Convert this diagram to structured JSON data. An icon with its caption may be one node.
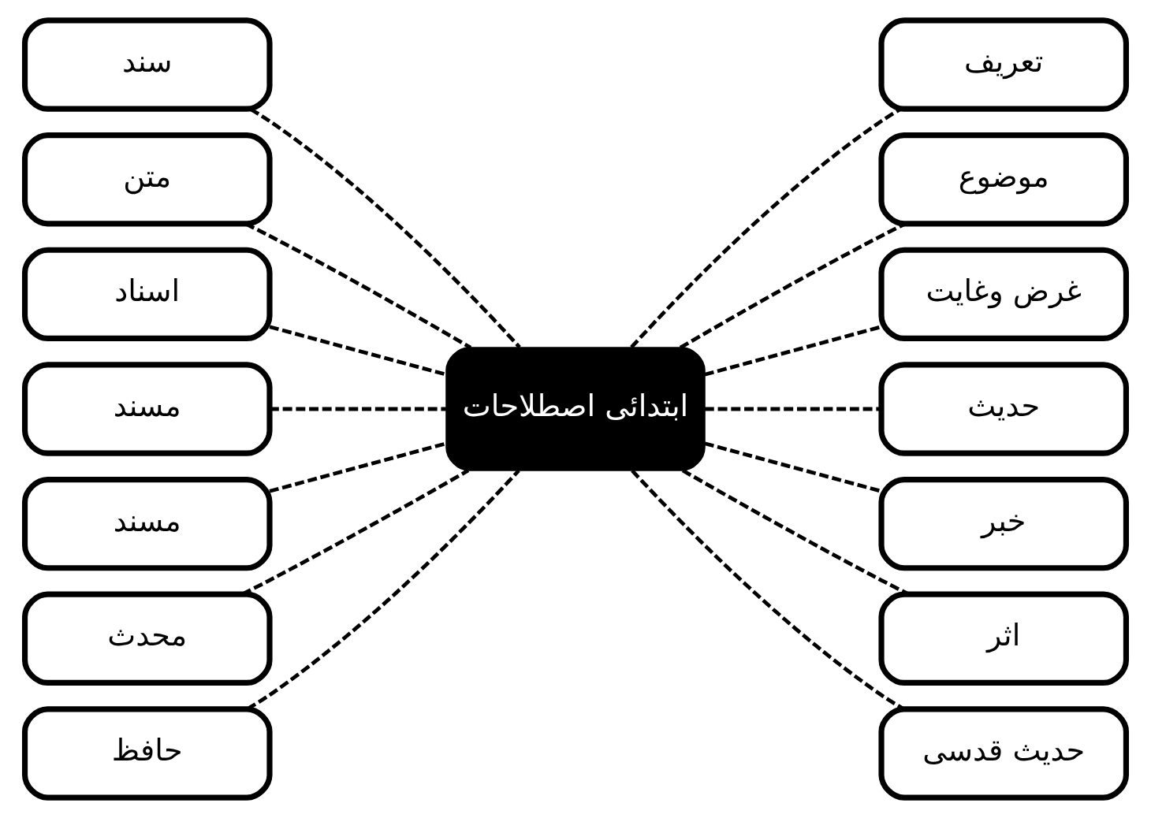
{
  "diagram": {
    "nodes": [
      {
        "text": [
          "ابتدائی اصطلاحات"
        ]
      },
      {
        "text": [
          "سند"
        ]
      },
      {
        "text": [
          "متن"
        ]
      },
      {
        "text": [
          "اسناد"
        ]
      },
      {
        "text": [
          "مسند"
        ]
      },
      {
        "text": [
          "مسند"
        ]
      },
      {
        "text": [
          "محدث"
        ]
      },
      {
        "text": [
          "حافظ"
        ]
      },
      {
        "text": [
          "تعریف"
        ]
      },
      {
        "text": [
          "موضوع"
        ]
      },
      {
        "text": [
          "غرض وغایت"
        ]
      },
      {
        "text": [
          "حدیث"
        ]
      },
      {
        "text": [
          "خبر"
        ]
      },
      {
        "text": [
          "اثر"
        ]
      },
      {
        "text": [
          "حدیث قدسی"
        ]
      }
    ],
    "edges": [
      {
        "from": 1,
        "to": 0,
        "arrow": "none",
        "style": "dashed"
      },
      {
        "from": 2,
        "to": 0,
        "arrow": "none",
        "style": "dashed"
      },
      {
        "from": 3,
        "to": 0,
        "arrow": "none",
        "style": "dashed"
      },
      {
        "from": 4,
        "to": 0,
        "arrow": "none",
        "style": "dashed"
      },
      {
        "from": 5,
        "to": 0,
        "arrow": "none",
        "style": "dashed"
      },
      {
        "from": 6,
        "to": 0,
        "arrow": "none",
        "style": "dashed"
      },
      {
        "from": 7,
        "to": 0,
        "arrow": "none",
        "style": "dashed"
      },
      {
        "from": 0,
        "to": 8,
        "arrow": "none",
        "style": "dashed"
      },
      {
        "from": 0,
        "to": 9,
        "arrow": "none",
        "style": "dashed"
      },
      {
        "from": 0,
        "to": 10,
        "arrow": "none",
        "style": "dashed"
      },
      {
        "from": 0,
        "to": 11,
        "arrow": "none",
        "style": "dashed"
      },
      {
        "from": 0,
        "to": 12,
        "arrow": "none",
        "style": "dashed"
      },
      {
        "from": 0,
        "to": 13,
        "arrow": "none",
        "style": "dashed"
      },
      {
        "from": 0,
        "to": 14,
        "arrow": "none",
        "style": "dashed"
      }
    ]
  }
}
